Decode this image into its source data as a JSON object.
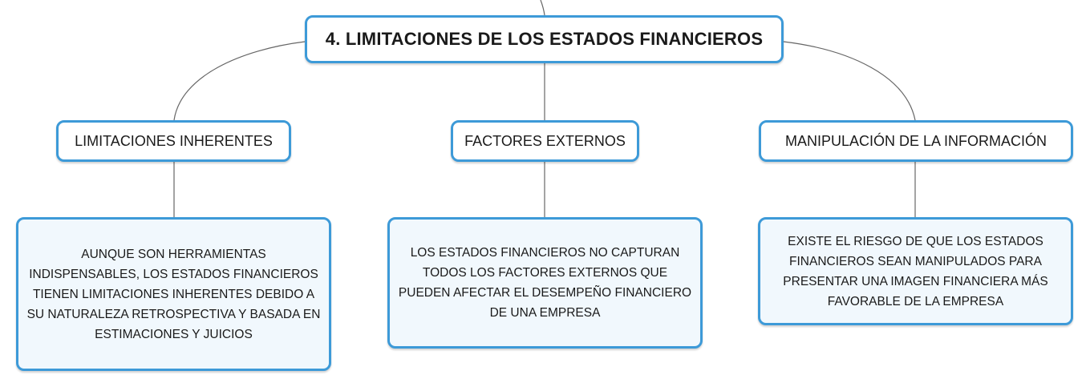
{
  "root": {
    "title": "4. LIMITACIONES DE LOS ESTADOS FINANCIEROS"
  },
  "branches": [
    {
      "title": "LIMITACIONES INHERENTES",
      "detail": "AUNQUE SON HERRAMIENTAS INDISPENSABLES, LOS ESTADOS FINANCIEROS TIENEN LIMITACIONES INHERENTES DEBIDO A SU NATURALEZA RETROSPECTIVA Y BASADA EN ESTIMACIONES Y JUICIOS"
    },
    {
      "title": "FACTORES EXTERNOS",
      "detail": "LOS ESTADOS FINANCIEROS NO CAPTURAN TODOS LOS FACTORES EXTERNOS QUE PUEDEN AFECTAR EL DESEMPEÑO FINANCIERO DE UNA EMPRESA"
    },
    {
      "title": "MANIPULACIÓN DE LA INFORMACIÓN",
      "detail": "EXISTE EL RIESGO DE QUE LOS ESTADOS FINANCIEROS SEAN MANIPULADOS PARA PRESENTAR UNA IMAGEN FINANCIERA MÁS FAVORABLE DE LA EMPRESA"
    }
  ],
  "colors": {
    "border": "#3d9ad8",
    "connector": "#666666"
  }
}
